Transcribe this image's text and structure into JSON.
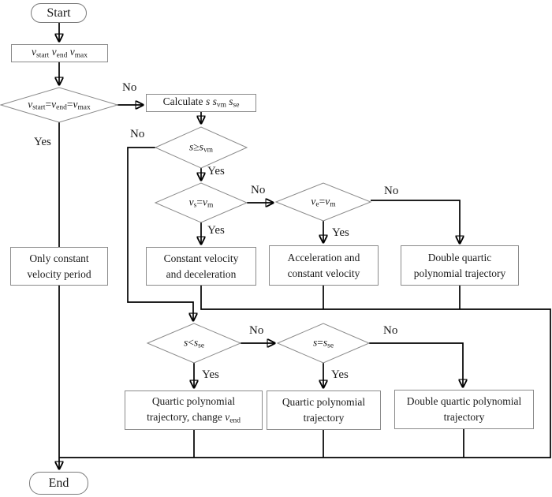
{
  "colors": {
    "flow_line": "#000000",
    "shape_border": "#8a8a8a",
    "background": "#ffffff",
    "text": "#1a1a1a"
  },
  "labels": {
    "yes": "Yes",
    "no": "No"
  },
  "nodes": {
    "start": {
      "label": "Start"
    },
    "end": {
      "label": "End"
    },
    "input_velocities": {
      "rich": [
        {
          "t": "v",
          "i": true
        },
        {
          "t": "start",
          "s": true
        },
        {
          "t": " "
        },
        {
          "t": "v",
          "i": true
        },
        {
          "t": "end",
          "s": true
        },
        {
          "t": " "
        },
        {
          "t": "v",
          "i": true
        },
        {
          "t": "max",
          "s": true
        }
      ]
    },
    "cond_all_equal": {
      "rich": [
        {
          "t": "v",
          "i": true
        },
        {
          "t": "start",
          "s": true
        },
        {
          "t": "="
        },
        {
          "t": "v",
          "i": true
        },
        {
          "t": "end",
          "s": true
        },
        {
          "t": "="
        },
        {
          "t": "v",
          "i": true
        },
        {
          "t": "max",
          "s": true
        }
      ]
    },
    "calc_distances": {
      "rich": [
        {
          "t": "Calculate "
        },
        {
          "t": "s",
          "i": true
        },
        {
          "t": " "
        },
        {
          "t": "s",
          "i": true
        },
        {
          "t": "vm",
          "s": true
        },
        {
          "t": " "
        },
        {
          "t": "s",
          "i": true
        },
        {
          "t": "se",
          "s": true
        }
      ]
    },
    "cond_s_ge_svm": {
      "rich": [
        {
          "t": "s",
          "i": true
        },
        {
          "t": "≥"
        },
        {
          "t": "s",
          "i": true
        },
        {
          "t": "vm",
          "s": true
        }
      ]
    },
    "cond_vs_eq_vm": {
      "rich": [
        {
          "t": "v",
          "i": true
        },
        {
          "t": "s",
          "s": true
        },
        {
          "t": "="
        },
        {
          "t": "v",
          "i": true
        },
        {
          "t": "m",
          "s": true
        }
      ]
    },
    "cond_ve_eq_vm": {
      "rich": [
        {
          "t": "v",
          "i": true
        },
        {
          "t": "e",
          "s": true
        },
        {
          "t": "="
        },
        {
          "t": "v",
          "i": true
        },
        {
          "t": "m",
          "s": true
        }
      ]
    },
    "cond_s_lt_sse": {
      "rich": [
        {
          "t": "s",
          "i": true
        },
        {
          "t": "<"
        },
        {
          "t": "s",
          "i": true
        },
        {
          "t": "se",
          "s": true
        }
      ]
    },
    "cond_s_eq_sse": {
      "rich": [
        {
          "t": "s",
          "i": true
        },
        {
          "t": "="
        },
        {
          "t": "s",
          "i": true
        },
        {
          "t": "se",
          "s": true
        }
      ]
    },
    "only_constant": {
      "lines": [
        "Only constant",
        "velocity period"
      ]
    },
    "const_vel_decel": {
      "lines": [
        "Constant velocity",
        "and deceleration"
      ]
    },
    "accel_const_vel": {
      "lines": [
        "Acceleration and",
        "constant velocity"
      ]
    },
    "double_quartic_1": {
      "lines": [
        "Double quartic",
        "polynomial trajectory"
      ]
    },
    "quartic_change": {
      "line1": "Quartic polynomial",
      "line2_rich": [
        {
          "t": "trajectory, change "
        },
        {
          "t": "v",
          "i": true
        },
        {
          "t": "end",
          "s": true
        }
      ]
    },
    "quartic": {
      "lines": [
        "Quartic polynomial",
        "trajectory"
      ]
    },
    "double_quartic_2": {
      "lines": [
        "Double quartic polynomial",
        "trajectory"
      ]
    }
  }
}
